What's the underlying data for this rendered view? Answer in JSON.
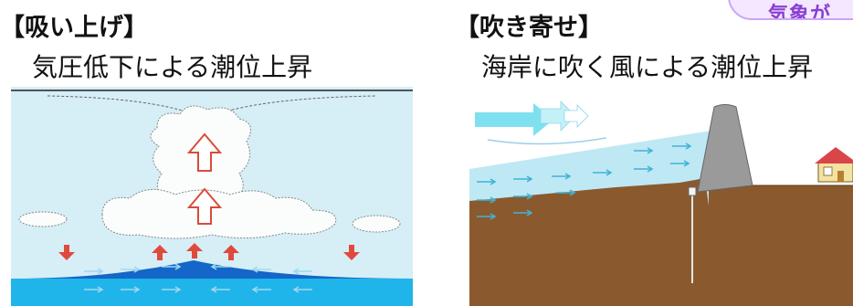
{
  "badge": {
    "text": "気象が"
  },
  "left_panel": {
    "heading": "【吸い上げ】",
    "subtitle": "気圧低下による潮位上昇",
    "colors": {
      "sky": "#d6eef6",
      "sea": "#1fb4ea",
      "sea_bulge": "#1466c8",
      "arrow_red": "#e04a3c"
    },
    "icons": [
      "cloud-icon",
      "updraft-arrow-icon",
      "pressure-arrow-icon",
      "current-arrow-icon"
    ]
  },
  "right_panel": {
    "heading": "【吹き寄せ】",
    "subtitle": "海岸に吹く風による潮位上昇",
    "colors": {
      "sky": "#ffffff",
      "sea": "#bfe8f5",
      "ground": "#8a5a2e",
      "seawall": "#9a9a9a",
      "wind": "#7fe0f0"
    },
    "icons": [
      "wind-arrow-icon",
      "seawall-icon",
      "house-icon",
      "tide-gauge-icon",
      "current-arrow-icon"
    ]
  }
}
